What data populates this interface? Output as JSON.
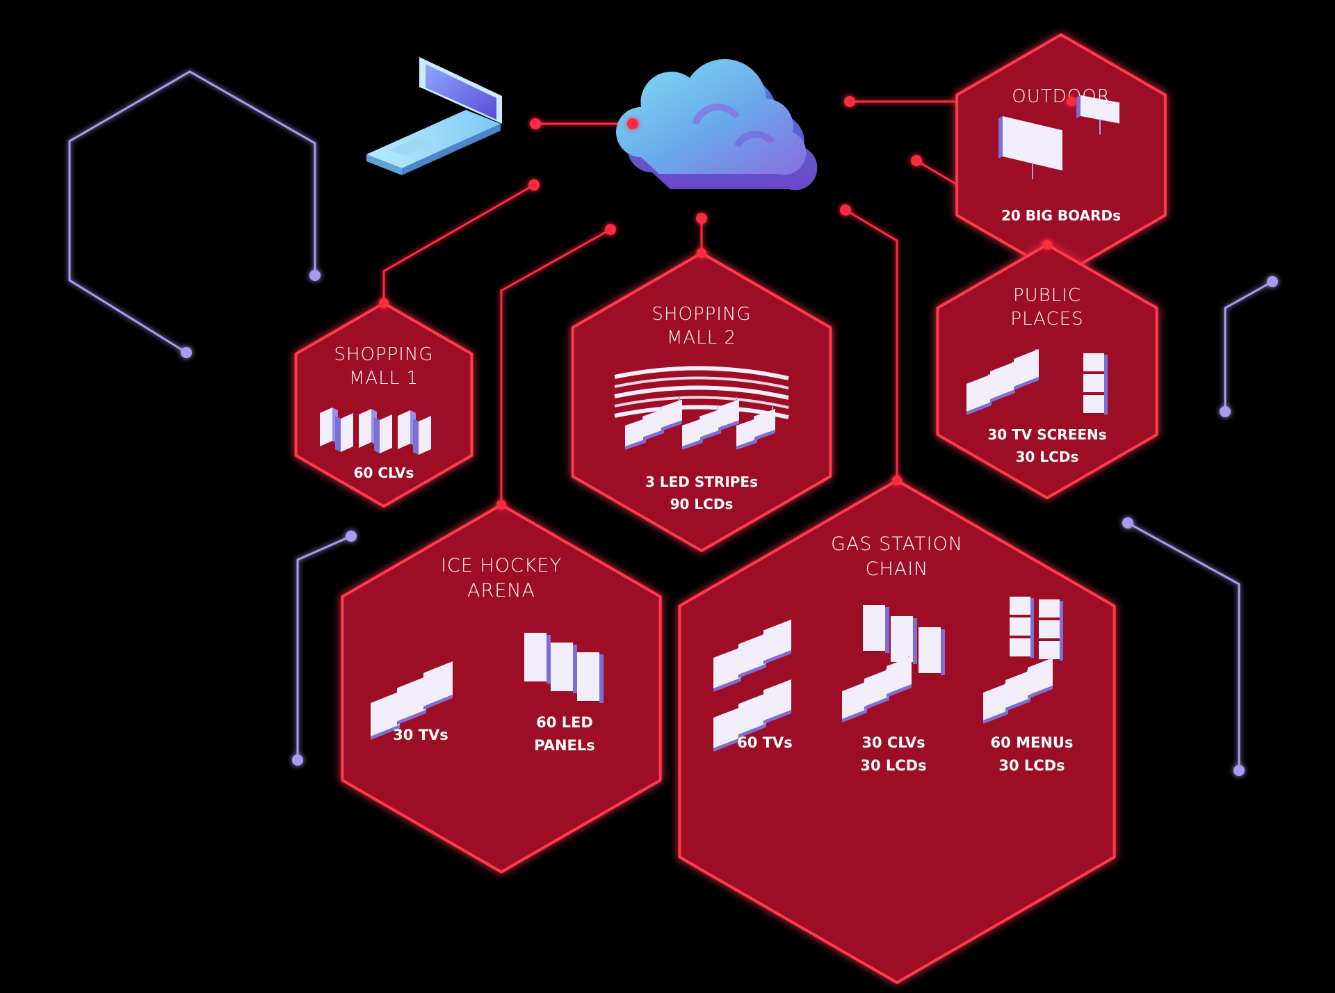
{
  "colors": {
    "background": "#000000",
    "hex_fill": "#9e0b27",
    "hex_border": "#ff3b4e",
    "connector": "#ff2a40",
    "purple_line": "#a99cf0",
    "screen": "#f1eef9"
  },
  "icons": {
    "laptop": "laptop-icon",
    "cloud": "cloud-icon"
  },
  "nodes": {
    "outdoor": {
      "title": [
        "OUTDOOR"
      ],
      "stats": [
        "20 BIG BOARDs"
      ]
    },
    "public_places": {
      "title": [
        "PUBLIC",
        "PLACES"
      ],
      "stats": [
        "30 TV SCREENs",
        "30 LCDs"
      ]
    },
    "mall1": {
      "title": [
        "SHOPPING",
        "MALL 1"
      ],
      "stats": [
        "60 CLVs"
      ]
    },
    "mall2": {
      "title": [
        "SHOPPING",
        "MALL 2"
      ],
      "stats": [
        "3 LED STRIPEs",
        "90 LCDs"
      ]
    },
    "arena": {
      "title": [
        "ICE HOCKEY",
        "ARENA"
      ],
      "groups": [
        {
          "stats": [
            "30 TVs"
          ]
        },
        {
          "stats": [
            "60 LED",
            "PANELs"
          ]
        }
      ]
    },
    "gas": {
      "title": [
        "GAS STATION",
        "CHAIN"
      ],
      "groups": [
        {
          "stats": [
            "60 TVs"
          ]
        },
        {
          "stats": [
            "30 CLVs",
            "30 LCDs"
          ]
        },
        {
          "stats": [
            "60 MENUs",
            "30 LCDs"
          ]
        }
      ]
    }
  }
}
